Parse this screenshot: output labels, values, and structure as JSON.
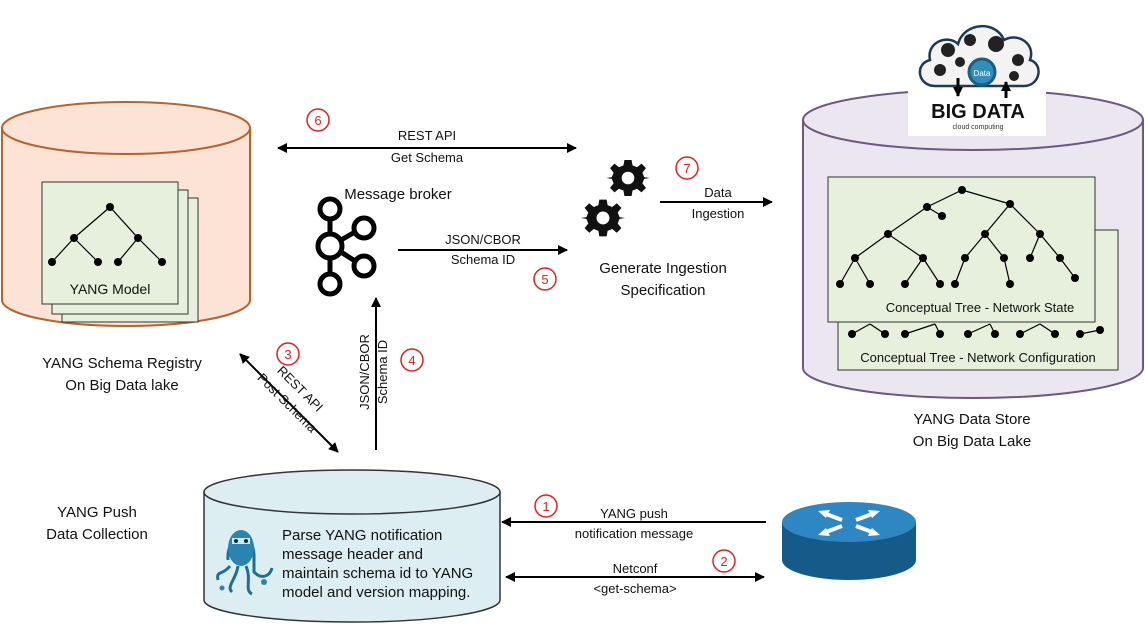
{
  "registry": {
    "model_label": "YANG Model",
    "title_line1": "YANG Schema Registry",
    "title_line2": "On Big Data lake"
  },
  "broker": {
    "title": "Message broker"
  },
  "ingestion": {
    "line1": "Generate Ingestion",
    "line2": "Specification"
  },
  "store": {
    "tree_state": "Conceptual Tree - Network State",
    "tree_config": "Conceptual Tree - Network Configuration",
    "title_line1": "YANG Data Store",
    "title_line2": "On Big Data Lake"
  },
  "bigdata_logo": {
    "text": "BIG DATA",
    "sub": "cloud computing",
    "badge": "Data"
  },
  "collector": {
    "title_line1": "YANG Push",
    "title_line2": "Data Collection",
    "desc_line1": "Parse YANG notification",
    "desc_line2": "message header and",
    "desc_line3": "maintain schema id to YANG",
    "desc_line4": "model and version mapping."
  },
  "flows": {
    "f1": {
      "num": "1",
      "line1": "YANG push",
      "line2": "notification message"
    },
    "f2": {
      "num": "2",
      "line1": "Netconf",
      "line2": "<get-schema>"
    },
    "f3": {
      "num": "3",
      "line1": "REST API",
      "line2": "Post Schema"
    },
    "f4": {
      "num": "4",
      "line1": "JSON/CBOR",
      "line2": "Schema ID"
    },
    "f5": {
      "num": "5",
      "line1": "JSON/CBOR",
      "line2": "Schema ID"
    },
    "f6": {
      "num": "6",
      "line1": "REST API",
      "line2": "Get Schema"
    },
    "f7": {
      "num": "7",
      "line1": "Data",
      "line2": "Ingestion"
    }
  },
  "colors": {
    "registry_fill": "#fde3d6",
    "registry_stroke": "#b5632f",
    "store_fill": "#ebe6ef",
    "store_stroke": "#6d5880",
    "collector_fill": "#ddeef3",
    "tree_fill": "#e6f0dc",
    "badge_red": "#e02020",
    "router_blue": "#1c6ea4"
  }
}
